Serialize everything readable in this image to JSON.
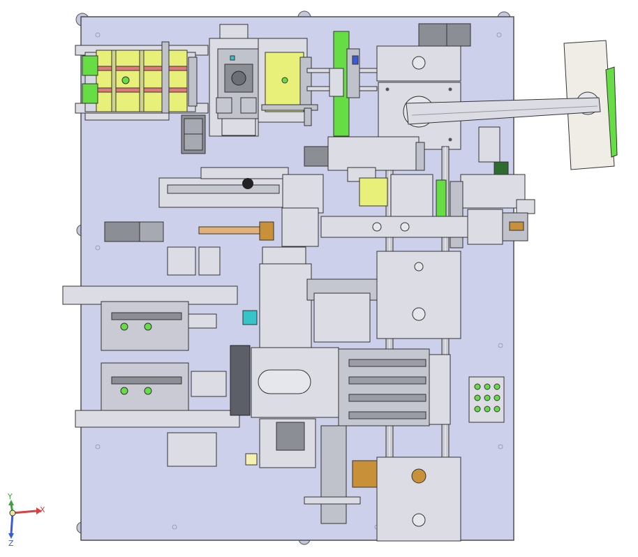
{
  "viewport": {
    "background": "#ffffff"
  },
  "colors": {
    "base_plate": "#ccd0ea",
    "metal": "#dcdde4",
    "metal_dark": "#9a9ca6",
    "outline": "#3a3a44",
    "yellow": "#e9f07a",
    "green": "#66dd44",
    "red": "#e04a4a",
    "brass": "#c9903a",
    "teal": "#35c4c8",
    "motor": "#8c8e96",
    "paper": "#efede6"
  },
  "triad": {
    "x_label": "X",
    "y_label": "Y",
    "z_label": "Z",
    "x_color": "#d94040",
    "y_color": "#3aa43a",
    "z_color": "#3a5ad9"
  }
}
